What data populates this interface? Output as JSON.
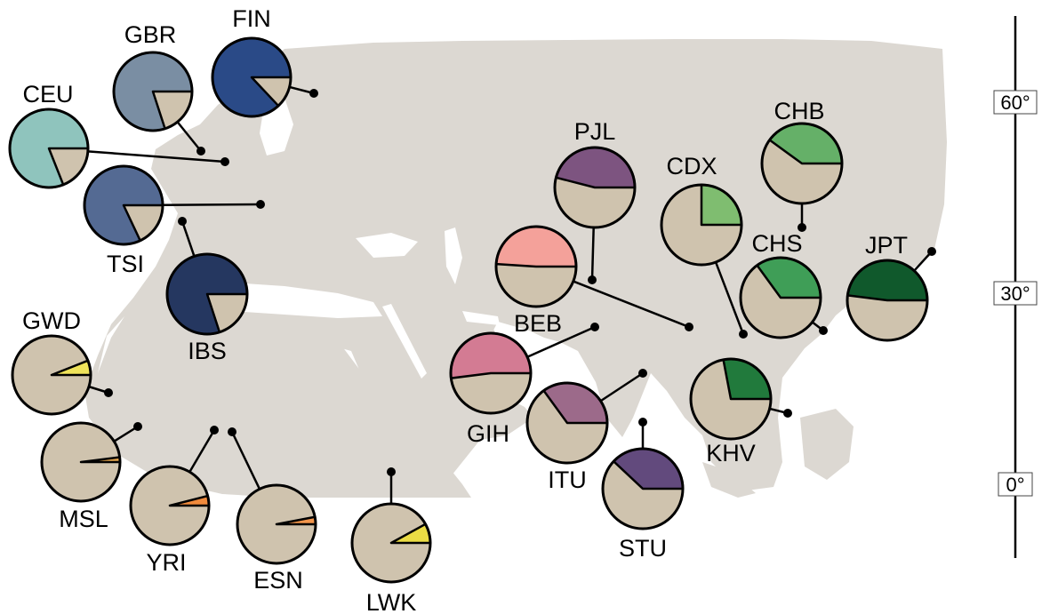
{
  "land_color": "#dcd8d2",
  "pie_base_color": "#cfc3ae",
  "latitude_axis": {
    "ticks": [
      {
        "label": "60°",
        "value": 60
      },
      {
        "label": "30°",
        "value": 30
      },
      {
        "label": "0°",
        "value": 0
      }
    ]
  },
  "populations": [
    {
      "code": "FIN",
      "color": "#2a4a87",
      "fraction": 0.87
    },
    {
      "code": "GBR",
      "color": "#7a8ea3",
      "fraction": 0.8
    },
    {
      "code": "CEU",
      "color": "#8fc4bd",
      "fraction": 0.81
    },
    {
      "code": "TSI",
      "color": "#546a93",
      "fraction": 0.82
    },
    {
      "code": "IBS",
      "color": "#253760",
      "fraction": 0.8
    },
    {
      "code": "GWD",
      "color": "#efe35a",
      "fraction": 0.06
    },
    {
      "code": "MSL",
      "color": "#e5a64c",
      "fraction": 0.02
    },
    {
      "code": "YRI",
      "color": "#f08a3c",
      "fraction": 0.04
    },
    {
      "code": "ESN",
      "color": "#f2954b",
      "fraction": 0.03
    },
    {
      "code": "LWK",
      "color": "#ebdc44",
      "fraction": 0.08
    },
    {
      "code": "PJL",
      "color": "#7d5480",
      "fraction": 0.46
    },
    {
      "code": "BEB",
      "color": "#f4a19a",
      "fraction": 0.49
    },
    {
      "code": "GIH",
      "color": "#d37b93",
      "fraction": 0.52
    },
    {
      "code": "ITU",
      "color": "#9c6a8a",
      "fraction": 0.35
    },
    {
      "code": "STU",
      "color": "#624a7d",
      "fraction": 0.38
    },
    {
      "code": "CDX",
      "color": "#7fbd70",
      "fraction": 0.25
    },
    {
      "code": "CHB",
      "color": "#65b068",
      "fraction": 0.4
    },
    {
      "code": "CHS",
      "color": "#3f9e57",
      "fraction": 0.35
    },
    {
      "code": "JPT",
      "color": "#10592c",
      "fraction": 0.48
    },
    {
      "code": "KHV",
      "color": "#217a3c",
      "fraction": 0.28
    }
  ]
}
